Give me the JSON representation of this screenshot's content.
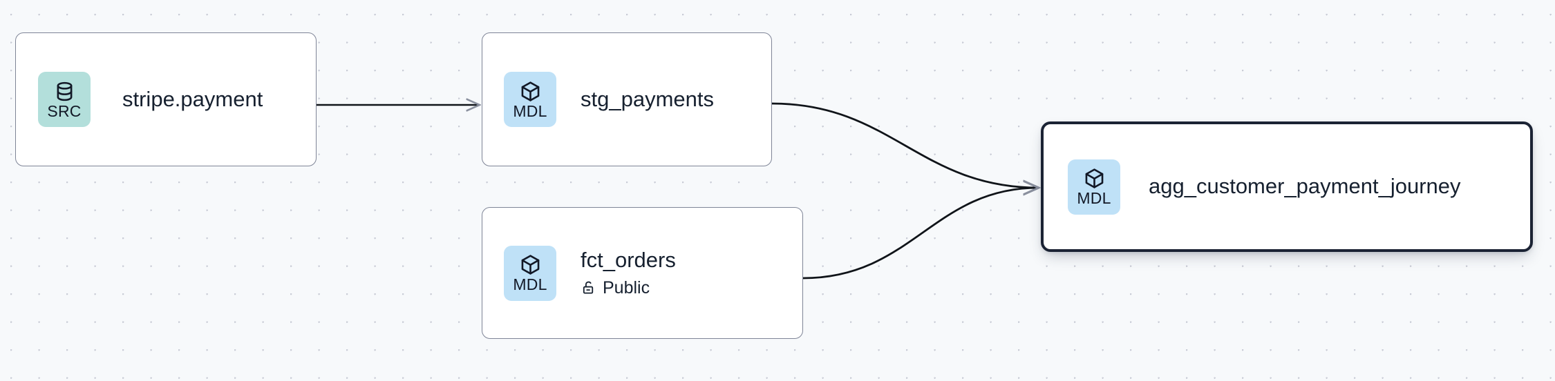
{
  "canvas": {
    "background_color": "#f7f9fb",
    "grid": "dot-grid",
    "grid_dot_color": "#c9ccd6"
  },
  "palette": {
    "source_badge_bg": "#b3dfdb",
    "model_badge_bg": "#bfe1f7",
    "node_border": "#7e8496",
    "selected_node_border": "#1b2334",
    "edge_color": "#101419",
    "text_color": "#16202f"
  },
  "graph": {
    "nodes": [
      {
        "id": "stripe-payment",
        "title": "stripe.payment",
        "badge_label": "SRC",
        "badge_icon": "database-icon",
        "badge_kind": "source",
        "selected": false,
        "subtitle": null,
        "subtitle_icon": null
      },
      {
        "id": "stg-payments",
        "title": "stg_payments",
        "badge_label": "MDL",
        "badge_icon": "cube-icon",
        "badge_kind": "model",
        "selected": false,
        "subtitle": null,
        "subtitle_icon": null
      },
      {
        "id": "fct-orders",
        "title": "fct_orders",
        "badge_label": "MDL",
        "badge_icon": "cube-icon",
        "badge_kind": "model",
        "selected": false,
        "subtitle": "Public",
        "subtitle_icon": "unlocked-padlock-icon"
      },
      {
        "id": "agg-customer-payment-journey",
        "title": "agg_customer_payment_journey",
        "badge_label": "MDL",
        "badge_icon": "cube-icon",
        "badge_kind": "model",
        "selected": true,
        "subtitle": null,
        "subtitle_icon": null
      }
    ],
    "edges": [
      {
        "from": "stripe-payment",
        "to": "stg-payments",
        "style": "straight"
      },
      {
        "from": "stg-payments",
        "to": "agg-customer-payment-journey",
        "style": "bezier"
      },
      {
        "from": "fct-orders",
        "to": "agg-customer-payment-journey",
        "style": "bezier"
      }
    ]
  }
}
